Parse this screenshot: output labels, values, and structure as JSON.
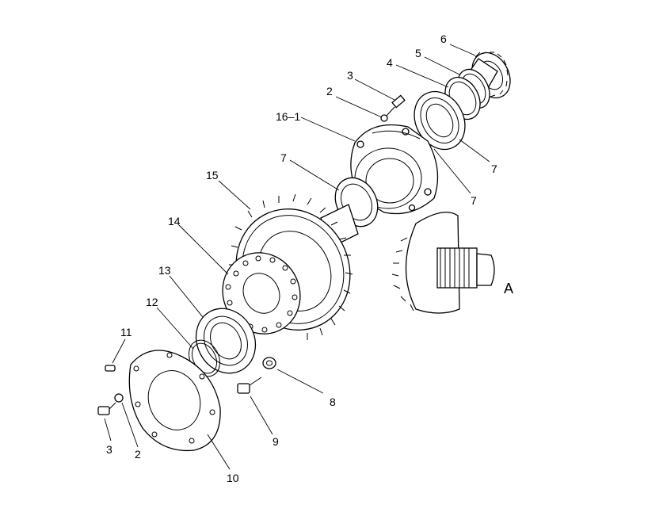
{
  "diagram": {
    "view_label": "A",
    "callouts": [
      {
        "id": "c6",
        "text": "6"
      },
      {
        "id": "c5",
        "text": "5"
      },
      {
        "id": "c4",
        "text": "4"
      },
      {
        "id": "c3a",
        "text": "3"
      },
      {
        "id": "c2a",
        "text": "2"
      },
      {
        "id": "c16",
        "text": "16–1"
      },
      {
        "id": "c7a",
        "text": "7"
      },
      {
        "id": "c7b",
        "text": "7"
      },
      {
        "id": "c7c",
        "text": "7"
      },
      {
        "id": "c15",
        "text": "15"
      },
      {
        "id": "c14",
        "text": "14"
      },
      {
        "id": "c13",
        "text": "13"
      },
      {
        "id": "c12",
        "text": "12"
      },
      {
        "id": "c11",
        "text": "11"
      },
      {
        "id": "c8",
        "text": "8"
      },
      {
        "id": "c9",
        "text": "9"
      },
      {
        "id": "c3b",
        "text": "3"
      },
      {
        "id": "c2b",
        "text": "2"
      },
      {
        "id": "c10",
        "text": "10"
      }
    ]
  }
}
